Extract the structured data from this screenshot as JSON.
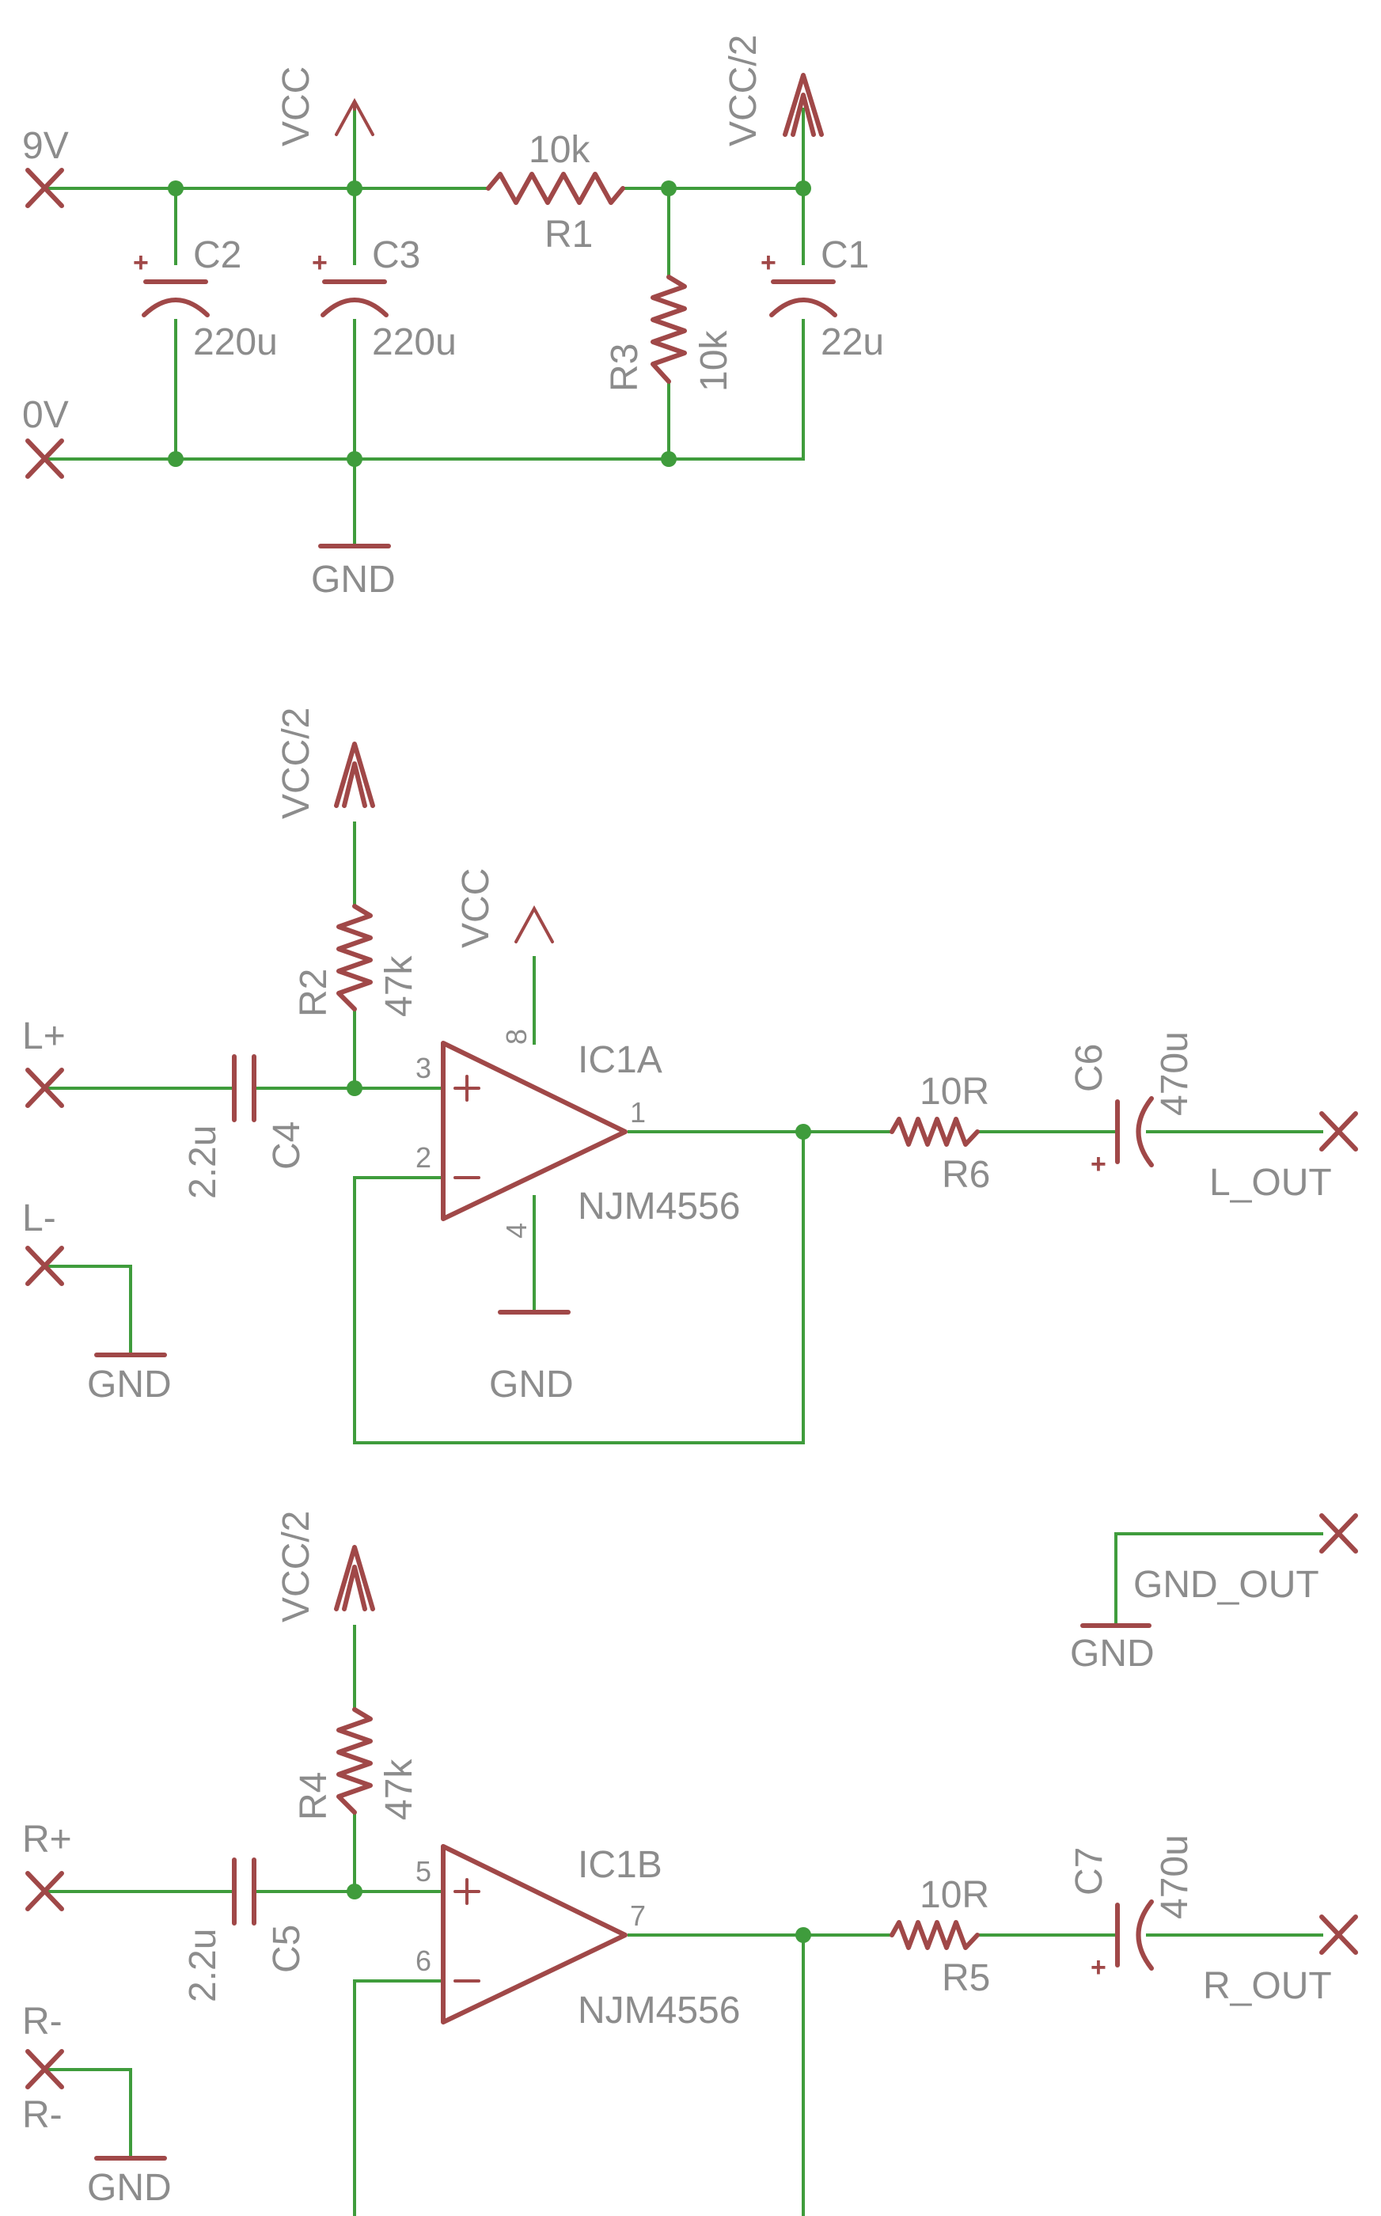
{
  "power": {
    "in_9v": "9V",
    "in_0v": "0V",
    "vcc": "VCC",
    "vcc_half": "VCC/2",
    "gnd": "GND"
  },
  "components": {
    "c1": {
      "ref": "C1",
      "value": "22u"
    },
    "c2": {
      "ref": "C2",
      "value": "220u"
    },
    "c3": {
      "ref": "C3",
      "value": "220u"
    },
    "c4": {
      "ref": "C4",
      "value": "2.2u"
    },
    "c5": {
      "ref": "C5",
      "value": "2.2u"
    },
    "c6": {
      "ref": "C6",
      "value": "470u"
    },
    "c7": {
      "ref": "C7",
      "value": "470u"
    },
    "r1": {
      "ref": "R1",
      "value": "10k"
    },
    "r2": {
      "ref": "R2",
      "value": "47k"
    },
    "r3": {
      "ref": "R3",
      "value": "10k"
    },
    "r4": {
      "ref": "R4",
      "value": "47k"
    },
    "r5": {
      "ref": "R5",
      "value": "10R"
    },
    "r6": {
      "ref": "R6",
      "value": "10R"
    },
    "ic1a": {
      "ref": "IC1A",
      "value": "NJM4556"
    },
    "ic1b": {
      "ref": "IC1B",
      "value": "NJM4556"
    }
  },
  "pins": {
    "ic1a": {
      "in_plus": "3",
      "in_minus": "2",
      "out": "1",
      "vplus": "8",
      "vminus": "4"
    },
    "ic1b": {
      "in_plus": "5",
      "in_minus": "6",
      "out": "7"
    }
  },
  "connectors": {
    "l_plus": "L+",
    "l_minus": "L-",
    "r_plus": "R+",
    "r_minus": "R-",
    "r_minus_2": "R-",
    "l_out": "L_OUT",
    "r_out": "R_OUT",
    "gnd_out": "GND_OUT"
  }
}
